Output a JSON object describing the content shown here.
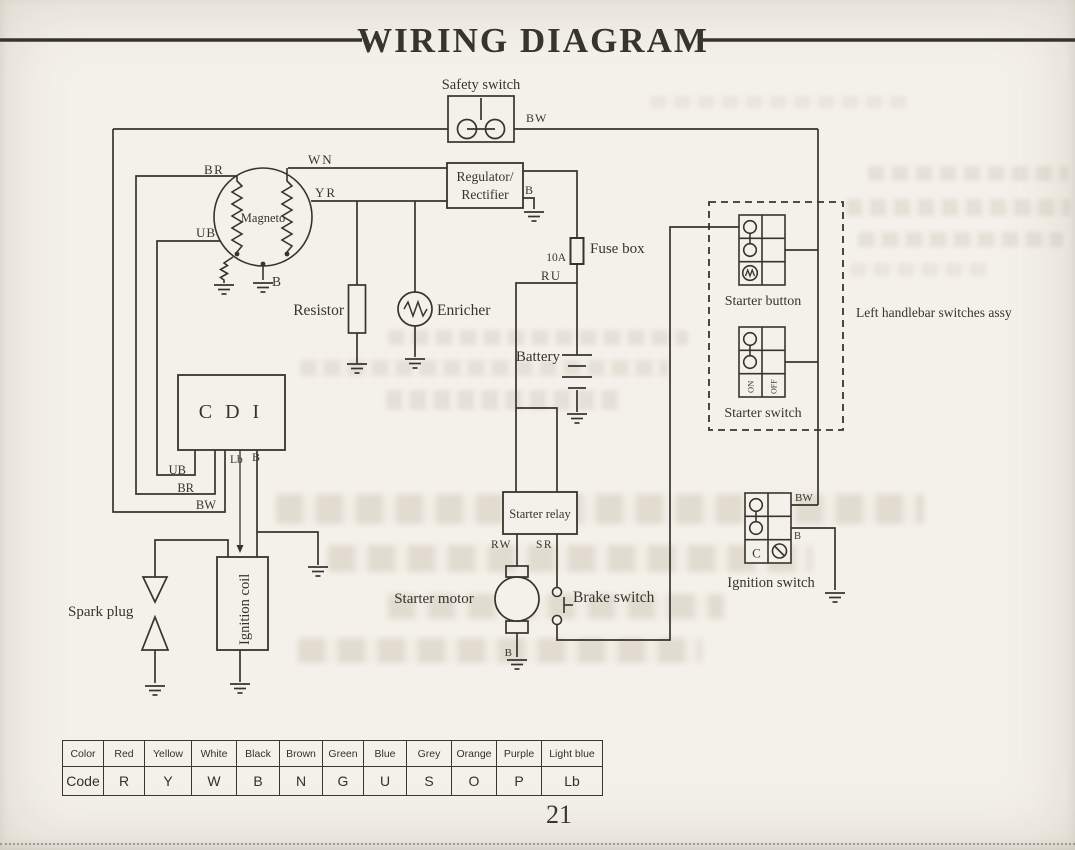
{
  "page": {
    "title": "WIRING DIAGRAM",
    "page_number": "21"
  },
  "colors": {
    "ink": "#37342e",
    "paper": "#f4f1ea"
  },
  "components": {
    "safety_switch": "Safety switch",
    "magneto": "Magneto",
    "regulator_line1": "Regulator/",
    "regulator_line2": "Rectifier",
    "fuse_rating": "10A",
    "fuse_box": "Fuse box",
    "resistor": "Resistor",
    "enricher": "Enricher",
    "battery": "Battery",
    "cdi": "C D I",
    "starter_relay": "Starter relay",
    "starter_motor": "Starter motor",
    "brake_switch": "Brake switch",
    "starter_button": "Starter button",
    "starter_switch": "Starter switch",
    "switch_on": "ON",
    "switch_off": "OFF",
    "ignition_switch": "Ignition switch",
    "ignition_c": "C",
    "ignition_coil": "Ignition coil",
    "spark_plug": "Spark plug",
    "left_handlebar_assy": "Left handlebar switches assy"
  },
  "wire_labels": {
    "top_bw": "BW",
    "br": "BR",
    "wn": "WN",
    "yr": "YR",
    "ub": "UB",
    "magneto_b": "B",
    "regulator_b": "B",
    "ru": "RU",
    "rw": "RW",
    "sr": "SR",
    "motor_b": "B",
    "cdi_ub": "UB",
    "cdi_br": "BR",
    "cdi_bw": "BW",
    "cdi_lb": "Lb",
    "cdi_b": "B",
    "ignition_bw": "BW",
    "ignition_b": "B"
  },
  "color_table": {
    "headers": [
      "Color",
      "Red",
      "Yellow",
      "White",
      "Black",
      "Brown",
      "Green",
      "Blue",
      "Grey",
      "Orange",
      "Purple",
      "Light blue"
    ],
    "codes": [
      "Code",
      "R",
      "Y",
      "W",
      "B",
      "N",
      "G",
      "U",
      "S",
      "O",
      "P",
      "Lb"
    ]
  }
}
